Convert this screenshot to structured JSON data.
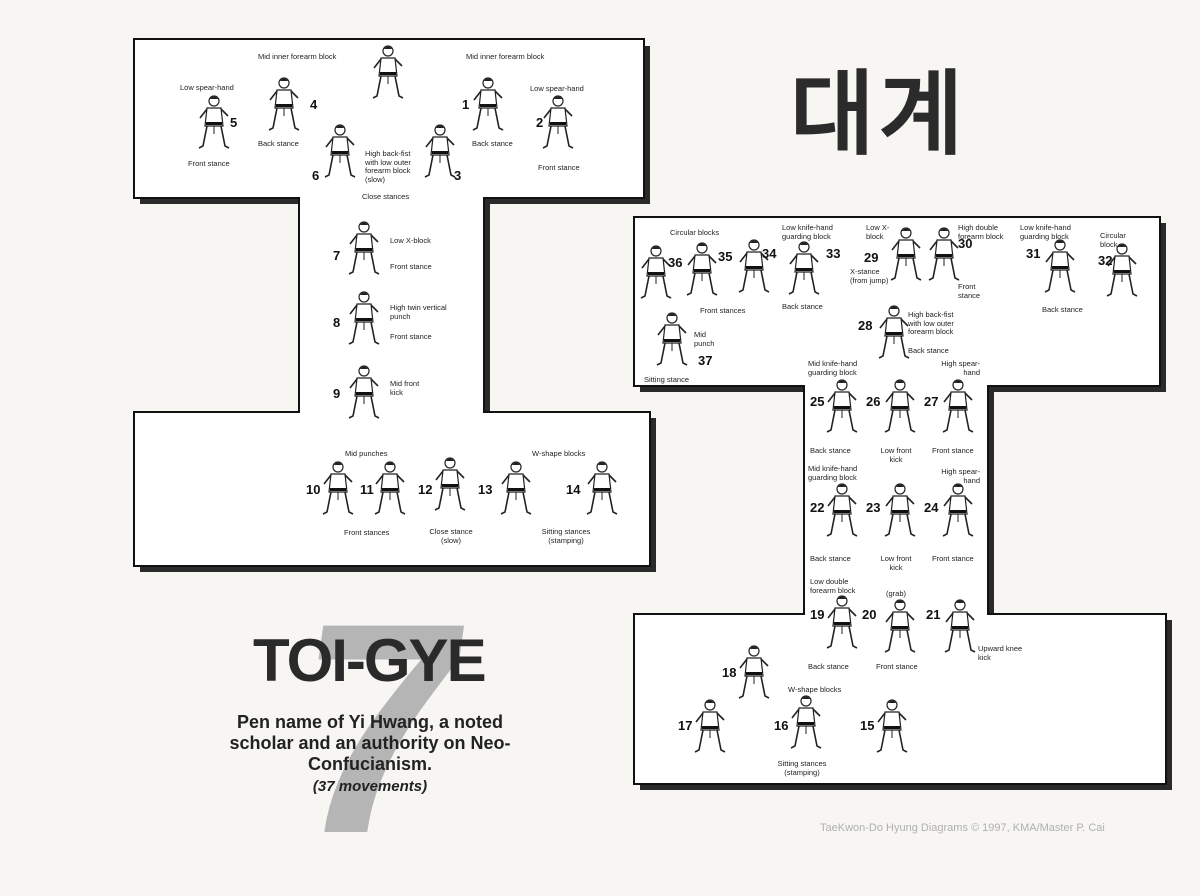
{
  "korean_title": "대계",
  "form_name": "TOI-GYE",
  "form_number": "7",
  "description": "Pen name of Yi Hwang, a noted scholar and an authority on Neo-Confucianism.",
  "movements_count": "(37 movements)",
  "footer": "TaeKwon-Do Hyung Diagrams © 1997, KMA/Master P. Cai",
  "left_diagram": {
    "labels": {
      "mid_inner_left": "Mid inner forearm block",
      "mid_inner_right": "Mid inner forearm block",
      "low_spear_left": "Low spear-hand",
      "low_spear_right": "Low spear-hand",
      "back_stance_left": "Back stance",
      "back_stance_right": "Back stance",
      "front_stance_left": "Front stance",
      "front_stance_right": "Front stance",
      "high_backfist": "High back-fist with low outer forearm block (slow)",
      "close_stances": "Close stances",
      "low_x_block": "Low X-block",
      "front_stance_7": "Front stance",
      "high_twin": "High twin vertical punch",
      "front_stance_8": "Front stance",
      "mid_front_kick": "Mid front kick",
      "mid_punches": "Mid punches",
      "w_shape": "W-shape blocks",
      "front_stances_10": "Front stances",
      "close_stance_12": "Close stance (slow)",
      "sitting_stances": "Sitting stances (stamping)"
    },
    "numbers": [
      "1",
      "2",
      "3",
      "4",
      "5",
      "6",
      "7",
      "8",
      "9",
      "10",
      "11",
      "12",
      "13",
      "14"
    ]
  },
  "right_diagram": {
    "labels": {
      "circular_blocks_left": "Circular blocks",
      "low_knife_33": "Low knife-hand guarding block",
      "low_x_29": "Low X-block",
      "x_stance": "X-stance (from jump)",
      "high_double": "High double forearm block",
      "front_stance_30": "Front stance",
      "low_knife_31": "Low knife-hand guarding block",
      "circular_block_32": "Circular block",
      "front_stances_35": "Front stances",
      "back_stance_33": "Back stance",
      "back_stance_31": "Back stance",
      "high_backfist_28": "High back-fist with low outer forearm block",
      "back_stance_28": "Back stance",
      "mid_punch_37": "Mid punch",
      "sitting_stance_37": "Sitting stance",
      "mid_knife_25": "Mid knife-hand guarding block",
      "high_spear_27": "High spear-hand",
      "back_stance_25": "Back stance",
      "low_front_26": "Low front kick",
      "front_stance_27": "Front stance",
      "mid_knife_22": "Mid knife-hand guarding block",
      "high_spear_24": "High spear-hand",
      "back_stance_22": "Back stance",
      "low_front_23": "Low front kick",
      "front_stance_24": "Front stance",
      "low_double_19": "Low double forearm block",
      "grab_20": "(grab)",
      "back_stance_19": "Back stance",
      "front_stance_20": "Front stance",
      "upward_knee": "Upward knee kick",
      "w_shape_16": "W-shape blocks",
      "sitting_16": "Sitting stances (stamping)"
    },
    "numbers": [
      "15",
      "16",
      "17",
      "18",
      "19",
      "20",
      "21",
      "22",
      "23",
      "24",
      "25",
      "26",
      "27",
      "28",
      "29",
      "30",
      "31",
      "32",
      "33",
      "34",
      "35",
      "36",
      "37"
    ]
  },
  "colors": {
    "frame": "#111111",
    "shadow": "#2a2a2a",
    "paper": "#f7f6f3",
    "watermark": "#b5b5b5"
  }
}
